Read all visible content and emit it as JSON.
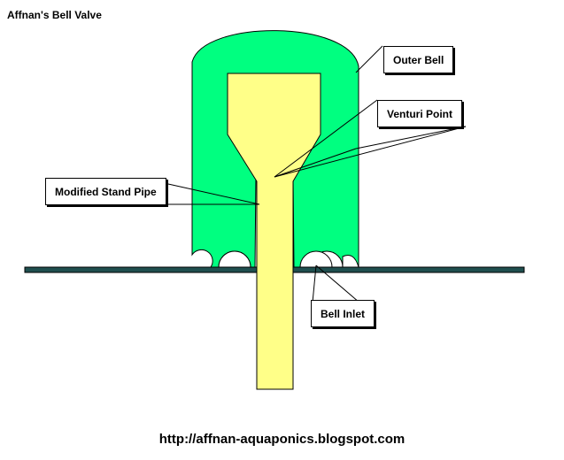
{
  "diagram": {
    "title": "Affnan's Bell Valve",
    "labels": {
      "outer_bell": "Outer Bell",
      "venturi_point": "Venturi Point",
      "stand_pipe": "Modified Stand Pipe",
      "bell_inlet": "Bell Inlet"
    },
    "url": "http://affnan-aquaponics.blogspot.com",
    "colors": {
      "bell": "#00ff80",
      "pipe": "#ffff88",
      "base": "#1f4f4f",
      "outline": "#000000"
    }
  }
}
